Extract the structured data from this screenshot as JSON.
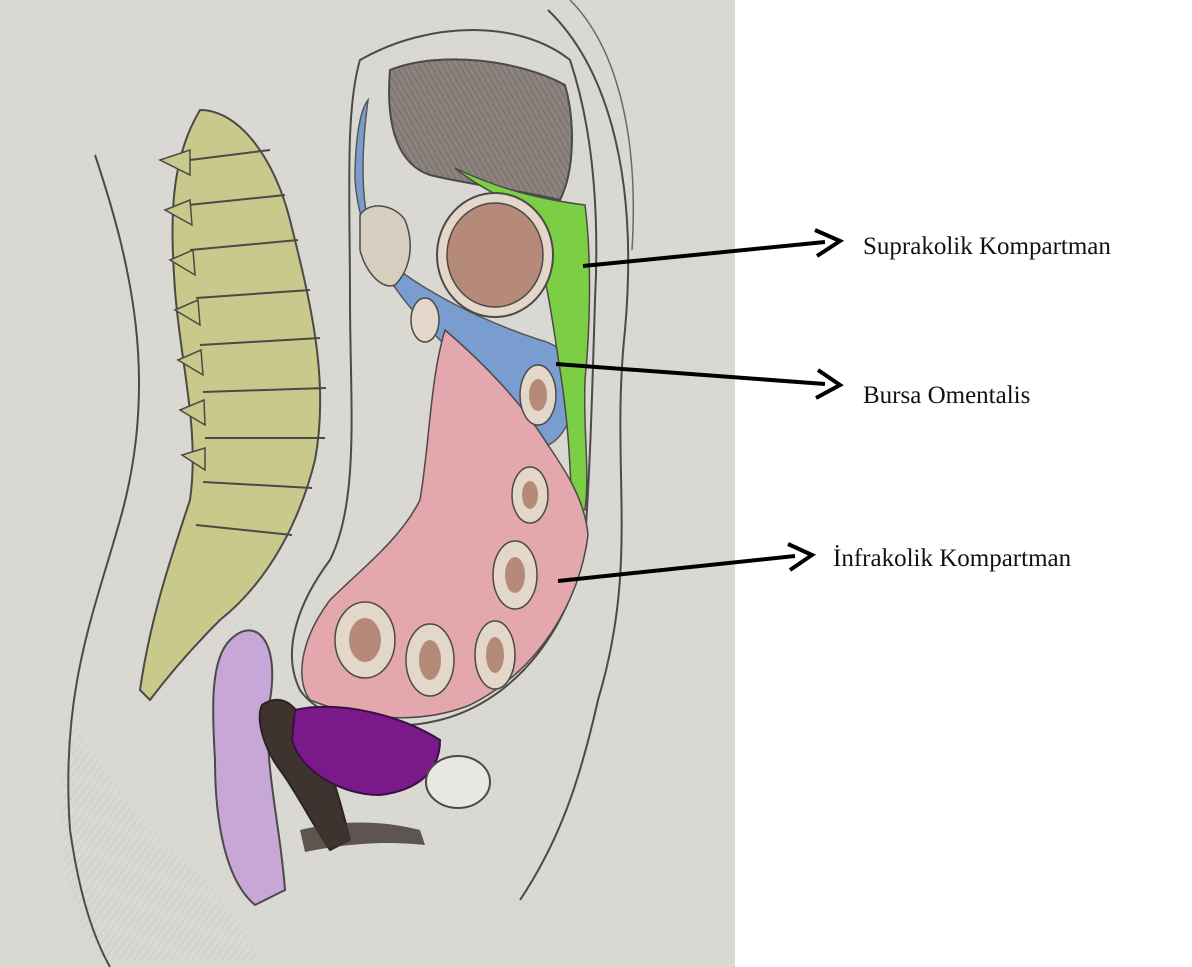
{
  "labels": {
    "suprakolik": "Suprakolik Kompartman",
    "bursa": "Bursa Omentalis",
    "infrakolik": "İnfrakolik Kompartman"
  },
  "colors": {
    "paper": "#d9d8d2",
    "suprakolik_region": "#7ccf45",
    "bursa_region": "#6f97cf",
    "infrakolik_region": "#e3a7ad",
    "spine": "#c8c98a",
    "liver": "#7d7470",
    "stomach_content": "#b58a78",
    "bladder": "#7a1a8a",
    "rectum": "#c6a7d8",
    "arrow": "#000000"
  }
}
